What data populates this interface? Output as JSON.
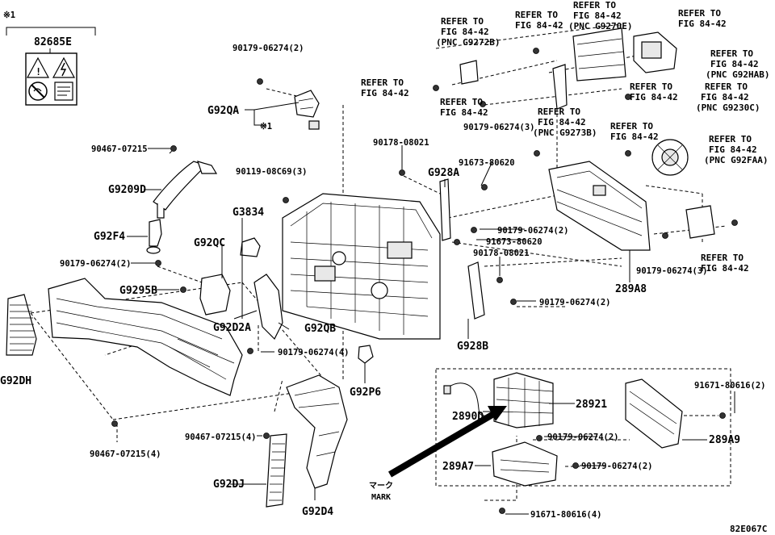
{
  "diagram_code": "82E067C",
  "note_mark": "※1",
  "warning_label_part": "82685E",
  "mark_label": {
    "jp": "マーク",
    "en": "MARK"
  },
  "parts": {
    "p1": "90179-06274(2)",
    "p2": "G92QA",
    "p3": "※1",
    "p4": "90467-07215",
    "p5": "G9209D",
    "p6": "90119-08C69(3)",
    "p7": "G3834",
    "p8": "G92F4",
    "p9": "G92QC",
    "p10": "90179-06274(2)",
    "p11": "G9295B",
    "p12": "G92D2A",
    "p13": "G92QB",
    "p14": "90179-06274(4)",
    "p15": "G92DH",
    "p16": "G92P6",
    "p17": "90467-07215(4)",
    "p18": "90467-07215(4)",
    "p19": "G92DJ",
    "p20": "G92D4",
    "p21": "90178-08021",
    "p22": "G928A",
    "p23": "91673-80620",
    "p24": "90179-06274(3)",
    "p25": "90179-06274(2)",
    "p26": "91673-80620",
    "p27": "90178-08021",
    "p28": "90179-06274(2)",
    "p29": "G928B",
    "p30": "289A8",
    "p31": "90179-06274(3)",
    "p32": "28921",
    "p33": "2890D",
    "p34": "289A7",
    "p35": "90179-06274(2)",
    "p36": "90179-06274(2)",
    "p37": "91671-80616(4)",
    "p38": "91671-80616(2)",
    "p39": "289A9"
  },
  "refs": {
    "r1": [
      "REFER TO",
      "FIG 84-42",
      "(PNC G9272B)"
    ],
    "r2": [
      "REFER TO",
      "FIG 84-42"
    ],
    "r3": [
      "REFER TO",
      "FIG 84-42",
      "(PNC G9270E)"
    ],
    "r4": [
      "REFER TO",
      "FIG 84-42"
    ],
    "r5": [
      "REFER TO",
      "FIG 84-42",
      "(PNC G92HAB)"
    ],
    "r6": [
      "REFER TO",
      "FIG 84-42"
    ],
    "r7": [
      "REFER TO",
      "FIG 84-42"
    ],
    "r8": [
      "REFER TO",
      "FIG 84-42"
    ],
    "r9": [
      "REFER TO",
      "FIG 84-42",
      "(PNC G9230C)"
    ],
    "r10": [
      "REFER TO",
      "FIG 84-42",
      "(PNC G9273B)"
    ],
    "r11": [
      "REFER TO",
      "FIG 84-42"
    ],
    "r12": [
      "REFER TO",
      "FIG 84-42",
      "(PNC G92FAA)"
    ],
    "r13": [
      "REFER TO",
      "FIG 84-42"
    ]
  }
}
